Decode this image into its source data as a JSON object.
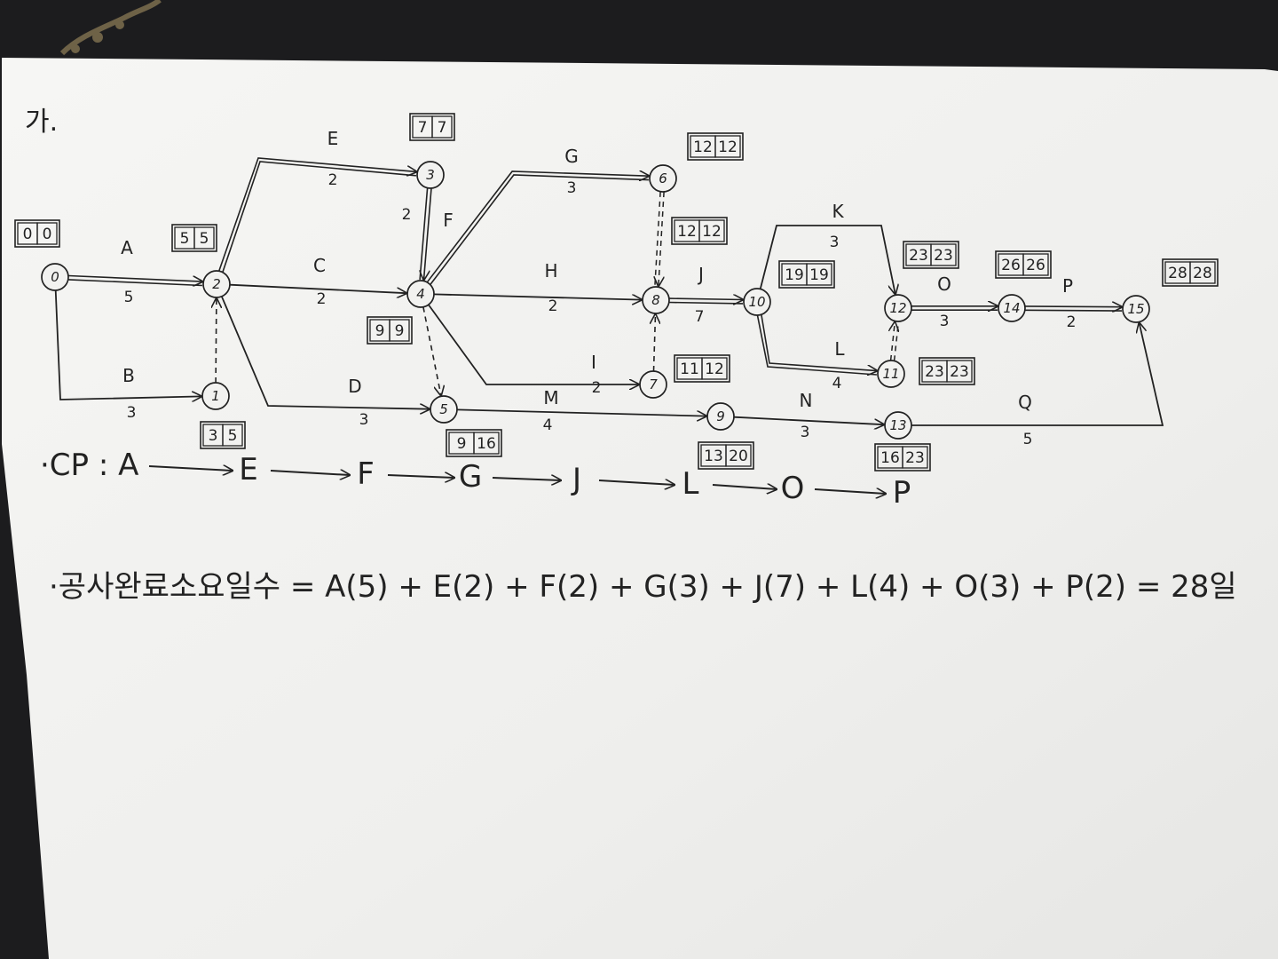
{
  "title": "가.",
  "colors": {
    "ink": "#222222",
    "paper": "#f3f3f1",
    "background": "#1c1c1e"
  },
  "nodes": [
    {
      "id": "0",
      "label": "0",
      "box": [
        "0",
        "0"
      ]
    },
    {
      "id": "1",
      "label": "1",
      "box": [
        "3",
        "5"
      ]
    },
    {
      "id": "2",
      "label": "2",
      "box": [
        "5",
        "5"
      ]
    },
    {
      "id": "3",
      "label": "3",
      "box": [
        "7",
        "7"
      ]
    },
    {
      "id": "4",
      "label": "4",
      "box": [
        "9",
        "9"
      ]
    },
    {
      "id": "5",
      "label": "5",
      "box": [
        "9",
        "16"
      ]
    },
    {
      "id": "6",
      "label": "6",
      "box": [
        "12",
        "12"
      ]
    },
    {
      "id": "7",
      "label": "7",
      "box": [
        "11",
        "12"
      ]
    },
    {
      "id": "8",
      "label": "8",
      "box": [
        "12",
        "12"
      ]
    },
    {
      "id": "9",
      "label": "9",
      "box": [
        "13",
        "20"
      ]
    },
    {
      "id": "10",
      "label": "10",
      "box": [
        "19",
        "19"
      ]
    },
    {
      "id": "11",
      "label": "11",
      "box": [
        "23",
        "23"
      ]
    },
    {
      "id": "12",
      "label": "12",
      "box": [
        "23",
        "23"
      ]
    },
    {
      "id": "13",
      "label": "13",
      "box": [
        "16",
        "23"
      ]
    },
    {
      "id": "14",
      "label": "14",
      "box": [
        "26",
        "26"
      ]
    },
    {
      "id": "15",
      "label": "15",
      "box": [
        "28",
        "28"
      ]
    }
  ],
  "activities": [
    {
      "name": "A",
      "duration": "5",
      "from": "0",
      "to": "2",
      "critical": true
    },
    {
      "name": "B",
      "duration": "3",
      "from": "0",
      "to": "1",
      "critical": false
    },
    {
      "name": "E",
      "duration": "2",
      "from": "2",
      "to": "3",
      "critical": true
    },
    {
      "name": "C",
      "duration": "2",
      "from": "2",
      "to": "4",
      "critical": false
    },
    {
      "name": "D",
      "duration": "3",
      "from": "2",
      "to": "5",
      "critical": false
    },
    {
      "name": "F",
      "duration": "2",
      "from": "3",
      "to": "4",
      "critical": true
    },
    {
      "name": "G",
      "duration": "3",
      "from": "4",
      "to": "6",
      "critical": true
    },
    {
      "name": "H",
      "duration": "2",
      "from": "4",
      "to": "8",
      "critical": false
    },
    {
      "name": "I",
      "duration": "2",
      "from": "4",
      "to": "7",
      "critical": false
    },
    {
      "name": "M",
      "duration": "4",
      "from": "5",
      "to": "9",
      "critical": false
    },
    {
      "name": "J",
      "duration": "7",
      "from": "8",
      "to": "10",
      "critical": true
    },
    {
      "name": "K",
      "duration": "3",
      "from": "10",
      "to": "12",
      "critical": false
    },
    {
      "name": "L",
      "duration": "4",
      "from": "10",
      "to": "11",
      "critical": true
    },
    {
      "name": "N",
      "duration": "3",
      "from": "9",
      "to": "13",
      "critical": false
    },
    {
      "name": "O",
      "duration": "3",
      "from": "12",
      "to": "14",
      "critical": true
    },
    {
      "name": "P",
      "duration": "2",
      "from": "14",
      "to": "15",
      "critical": true
    },
    {
      "name": "Q",
      "duration": "5",
      "from": "13",
      "to": "15",
      "critical": false
    }
  ],
  "dummies": [
    {
      "from": "1",
      "to": "2",
      "critical": false
    },
    {
      "from": "4",
      "to": "5",
      "critical": false
    },
    {
      "from": "6",
      "to": "8",
      "critical": true
    },
    {
      "from": "7",
      "to": "8",
      "critical": false
    },
    {
      "from": "11",
      "to": "12",
      "critical": true
    }
  ],
  "cp": {
    "prefix": "·CP : A",
    "path": [
      "A",
      "E",
      "F",
      "G",
      "J",
      "L",
      "O",
      "P"
    ]
  },
  "summary": {
    "text": "·공사완료소요일수 = A(5) + E(2) + F(2) + G(3) + J(7) + L(4) + O(3) + P(2) = 28일"
  }
}
